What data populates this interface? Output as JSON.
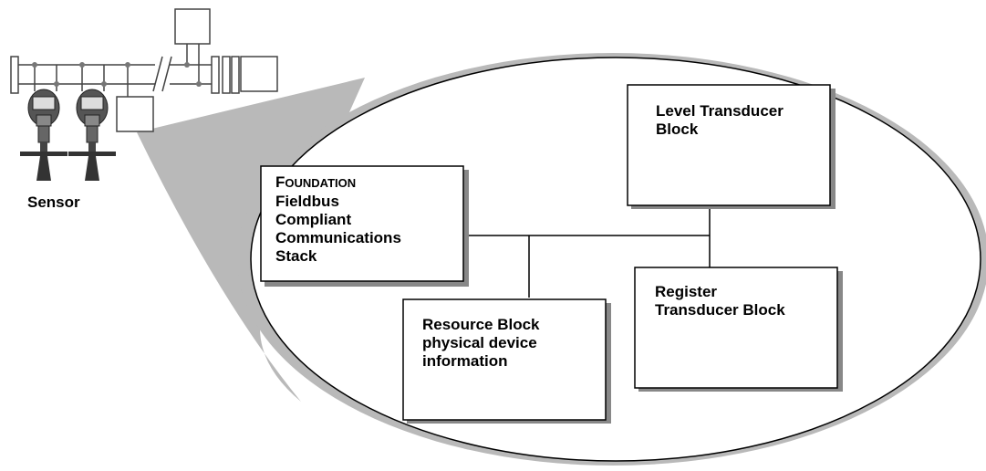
{
  "sensor_label": "Sensor",
  "blocks": {
    "comm_stack": {
      "line1_cap": "F",
      "line1_rest": "OUNDATION",
      "line2": "Fieldbus",
      "line3": "Compliant",
      "line4": "Communications",
      "line5": "Stack"
    },
    "level_transducer": {
      "line1": "Level Transducer",
      "line2": "Block"
    },
    "register_transducer": {
      "line1": "Register",
      "line2": "Transducer Block"
    },
    "resource": {
      "line1": "Resource Block",
      "line2": "physical device",
      "line3": "information"
    }
  }
}
